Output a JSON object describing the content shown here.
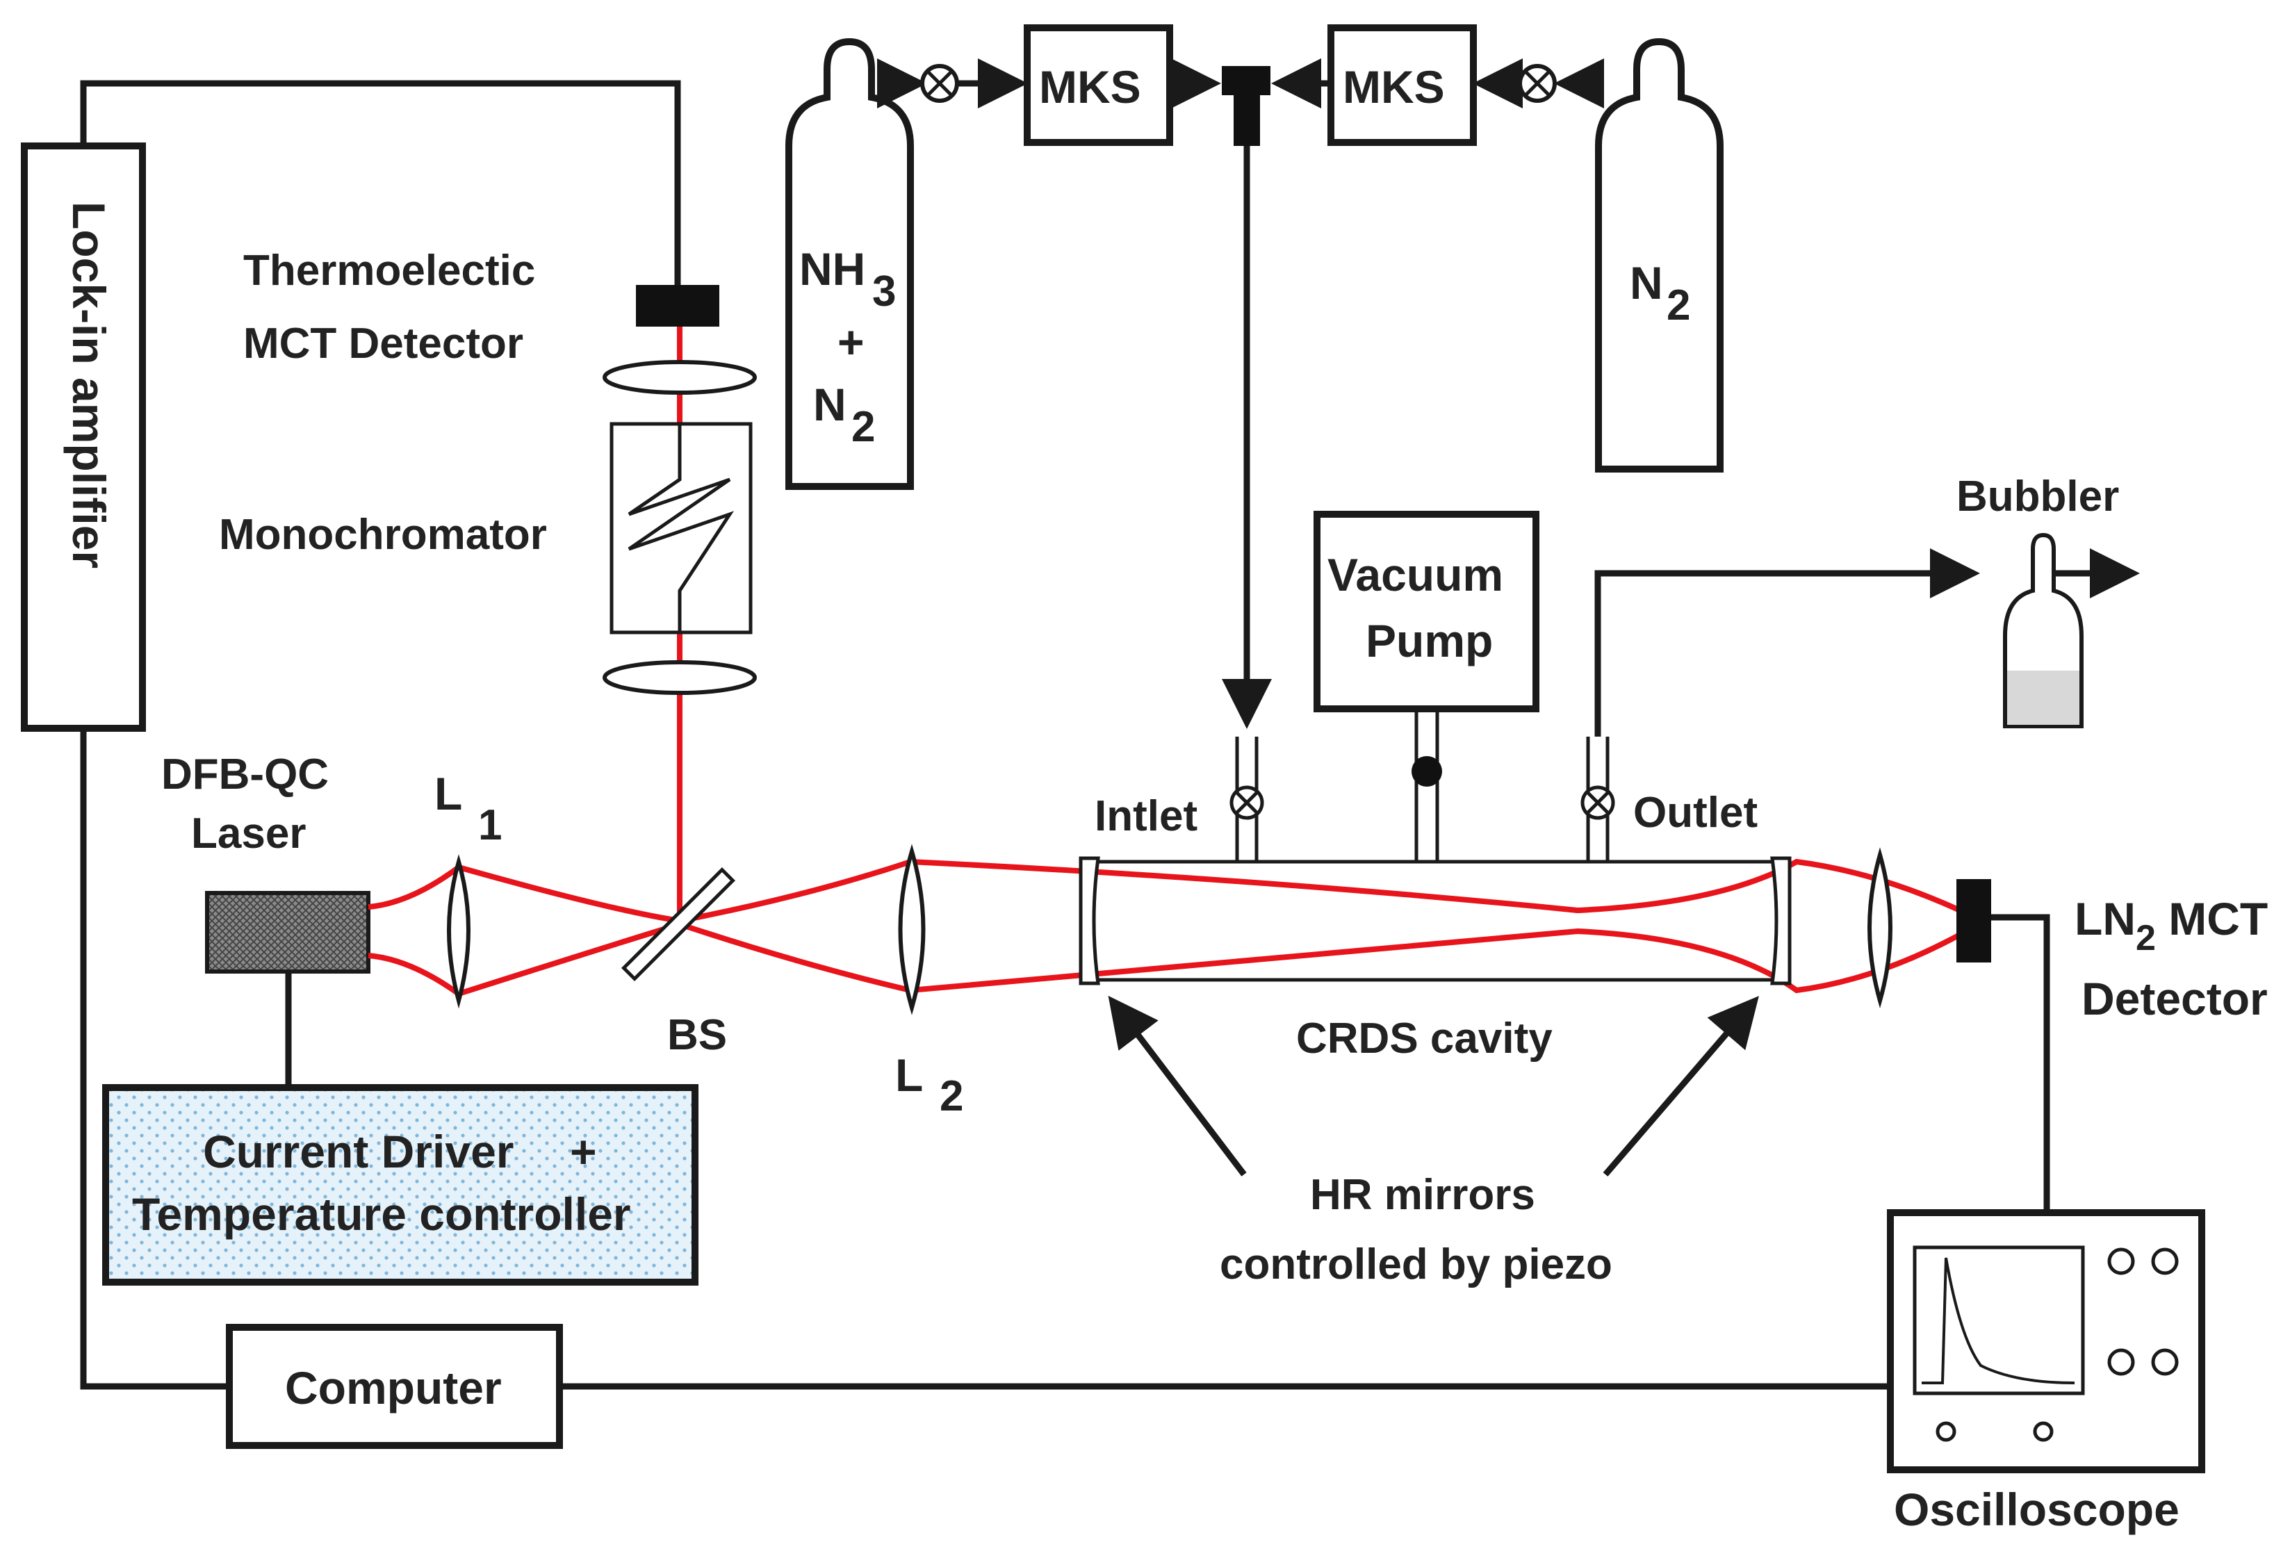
{
  "labels": {
    "lockin": "Lock-in amplifier",
    "tec_detector_line1": "Thermoelectic",
    "tec_detector_line2": "MCT Detector",
    "monochromator": "Monochromator",
    "laser_line1": "DFB-QC",
    "laser_line2": "Laser",
    "lens1_letter": "L",
    "lens1_sub": "1",
    "lens2_letter": "L",
    "lens2_sub": "2",
    "beamsplitter": "BS",
    "current_driver_line1": "Current Driver",
    "current_driver_plus": "+",
    "current_driver_line2": "Temperature controller",
    "computer": "Computer",
    "mks_left": "MKS",
    "mks_right": "MKS",
    "cyl_left_a": "NH",
    "cyl_left_a_sub": "3",
    "cyl_left_plus": "+",
    "cyl_left_b": "N",
    "cyl_left_b_sub": "2",
    "cyl_right": "N",
    "cyl_right_sub": "2",
    "vacuum_line1": "Vacuum",
    "vacuum_line2": "Pump",
    "bubbler": "Bubbler",
    "inlet": "Intlet",
    "outlet": "Outlet",
    "cavity": "CRDS cavity",
    "hr_line1": "HR mirrors",
    "hr_line2": "controlled by piezo",
    "ln2_prefix": "LN",
    "ln2_sub": "2",
    "ln2_suffix": " MCT",
    "ln2_line2": "Detector",
    "oscilloscope": "Oscilloscope"
  },
  "colors": {
    "beam": "#e8141b",
    "driver_fill": "#e6f2fa",
    "driver_dots": "#7fb6dc",
    "laser_hatch": "#555555",
    "bubbler_liquid": "#d8d8d8"
  }
}
